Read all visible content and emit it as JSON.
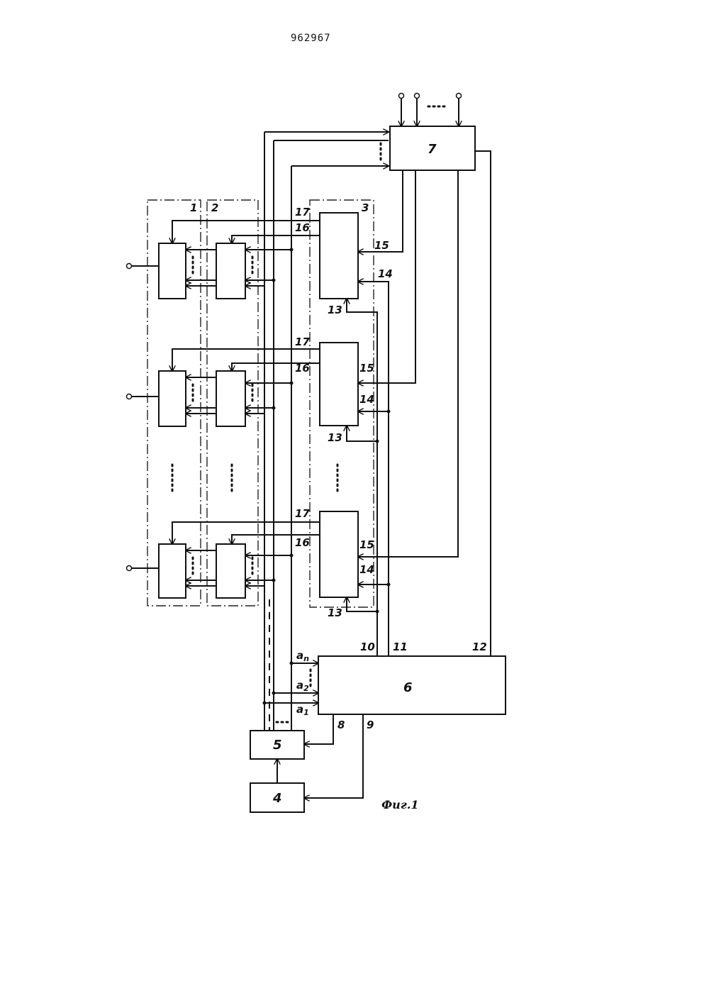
{
  "document": {
    "patent_number": "962967",
    "caption": "Фиг.1"
  },
  "blocks": {
    "b1": "1",
    "b2": "2",
    "b3": "3",
    "b4": "4",
    "b5": "5",
    "b6": "6",
    "b7": "7"
  },
  "lines": {
    "l8": "8",
    "l9": "9",
    "l10": "10",
    "l11": "11",
    "l12": "12",
    "l13": "13",
    "l14": "14",
    "l15": "15",
    "l16": "16",
    "l17": "17"
  },
  "bus": {
    "a1": "a",
    "a1_sub": "1",
    "a2": "a",
    "a2_sub": "2",
    "an": "a",
    "an_sub": "n"
  }
}
